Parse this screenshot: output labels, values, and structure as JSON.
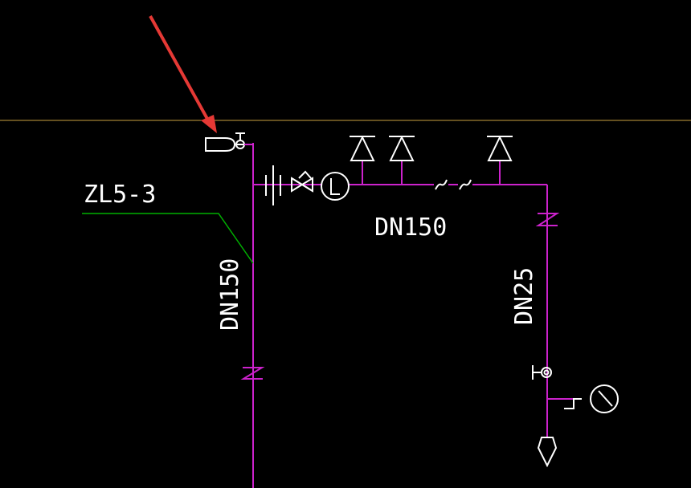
{
  "labels": {
    "riser_id": "ZL5-3",
    "main_riser_size": "DN150",
    "horizontal_size": "DN150",
    "branch_size": "DN25"
  },
  "colors": {
    "background": "#000000",
    "pipe": "#cc22cc",
    "symbol": "#ffffff",
    "leader": "#00b000",
    "reference_line": "#c8a040",
    "arrow": "#e53935"
  },
  "icons": [
    "pointer-arrow-icon",
    "exhaust-valve-icon",
    "pipe-union-icon",
    "gate-valve-icon",
    "flow-switch-icon",
    "sprinkler-head-icon",
    "pipe-break-icon",
    "test-valve-icon",
    "pressure-gauge-icon",
    "test-nozzle-icon"
  ]
}
